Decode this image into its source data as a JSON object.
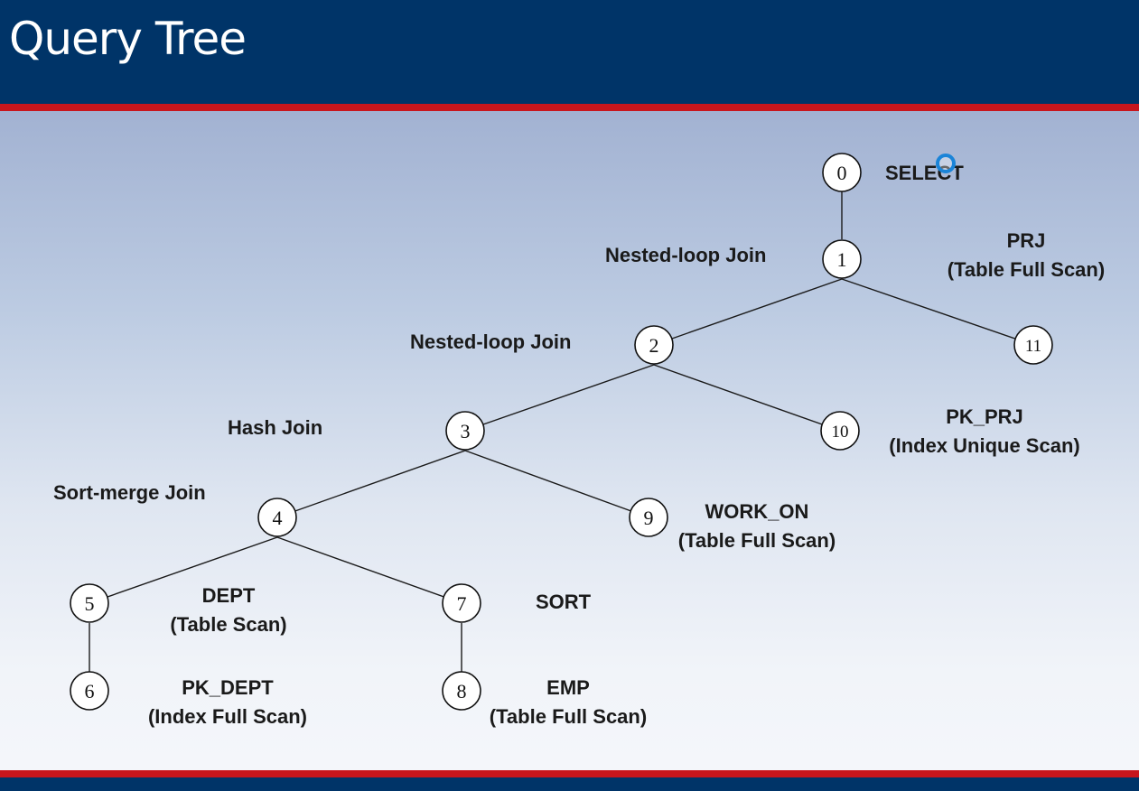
{
  "header": {
    "title": "Query Tree"
  },
  "nodes": {
    "n0": "0",
    "n1": "1",
    "n2": "2",
    "n3": "3",
    "n4": "4",
    "n5": "5",
    "n6": "6",
    "n7": "7",
    "n8": "8",
    "n9": "9",
    "n10": "10",
    "n11": "11"
  },
  "labels": {
    "select": "SELECT",
    "join1": "Nested-loop Join",
    "join2": "Nested-loop Join",
    "join3": "Hash Join",
    "join4": "Sort-merge Join",
    "prj_name": "PRJ",
    "prj_op": "(Table Full Scan)",
    "pk_prj_name": "PK_PRJ",
    "pk_prj_op": "(Index Unique Scan)",
    "work_on_name": "WORK_ON",
    "work_on_op": "(Table Full Scan)",
    "dept_name": "DEPT",
    "dept_op": "(Table Scan)",
    "sort": "SORT",
    "pk_dept_name": "PK_DEPT",
    "pk_dept_op": "(Index Full Scan)",
    "emp_name": "EMP",
    "emp_op": "(Table Full Scan)"
  },
  "colors": {
    "header_bg": "#003468",
    "accent_red": "#c8161d",
    "cursor_ring": "#1a84d8"
  }
}
